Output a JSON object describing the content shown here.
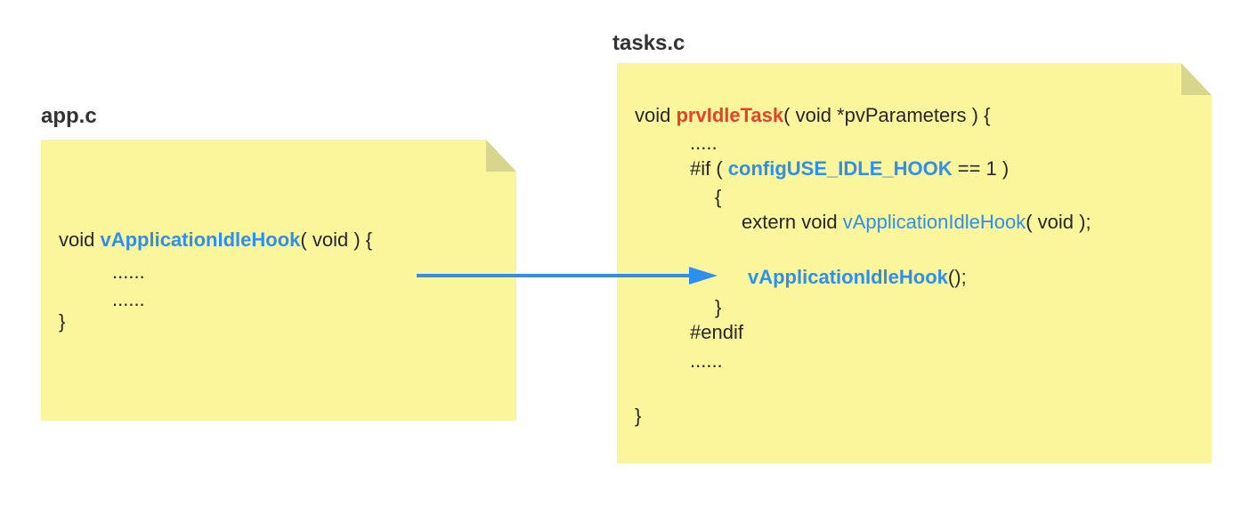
{
  "left": {
    "file_title": "app.c",
    "code": {
      "l1_a": "void ",
      "l1_fn": "vApplicationIdleHook",
      "l1_b": "( void ) {",
      "l2": "......",
      "l3": "......",
      "l4": "}"
    }
  },
  "right": {
    "file_title": "tasks.c",
    "code": {
      "l1_a": "void ",
      "l1_fn": "prvIdleTask",
      "l1_b": "( void *pvParameters ) {",
      "l2": ".....",
      "l3_a": "#if ( ",
      "l3_macro": "configUSE_IDLE_HOOK",
      "l3_b": " == 1 )",
      "l4": "{",
      "l5_a": "extern void ",
      "l5_fn": "vApplicationIdleHook",
      "l5_b": "( void );",
      "l6_fn": "vApplicationIdleHook",
      "l6_b": "();",
      "l7": "}",
      "l8": "#endif",
      "l9": "......",
      "l10": "}"
    }
  },
  "colors": {
    "note_fill": "#fbf59c",
    "fold": "#d8d58c",
    "accent_blue": "#2d8fee",
    "accent_red": "#e8412b"
  }
}
